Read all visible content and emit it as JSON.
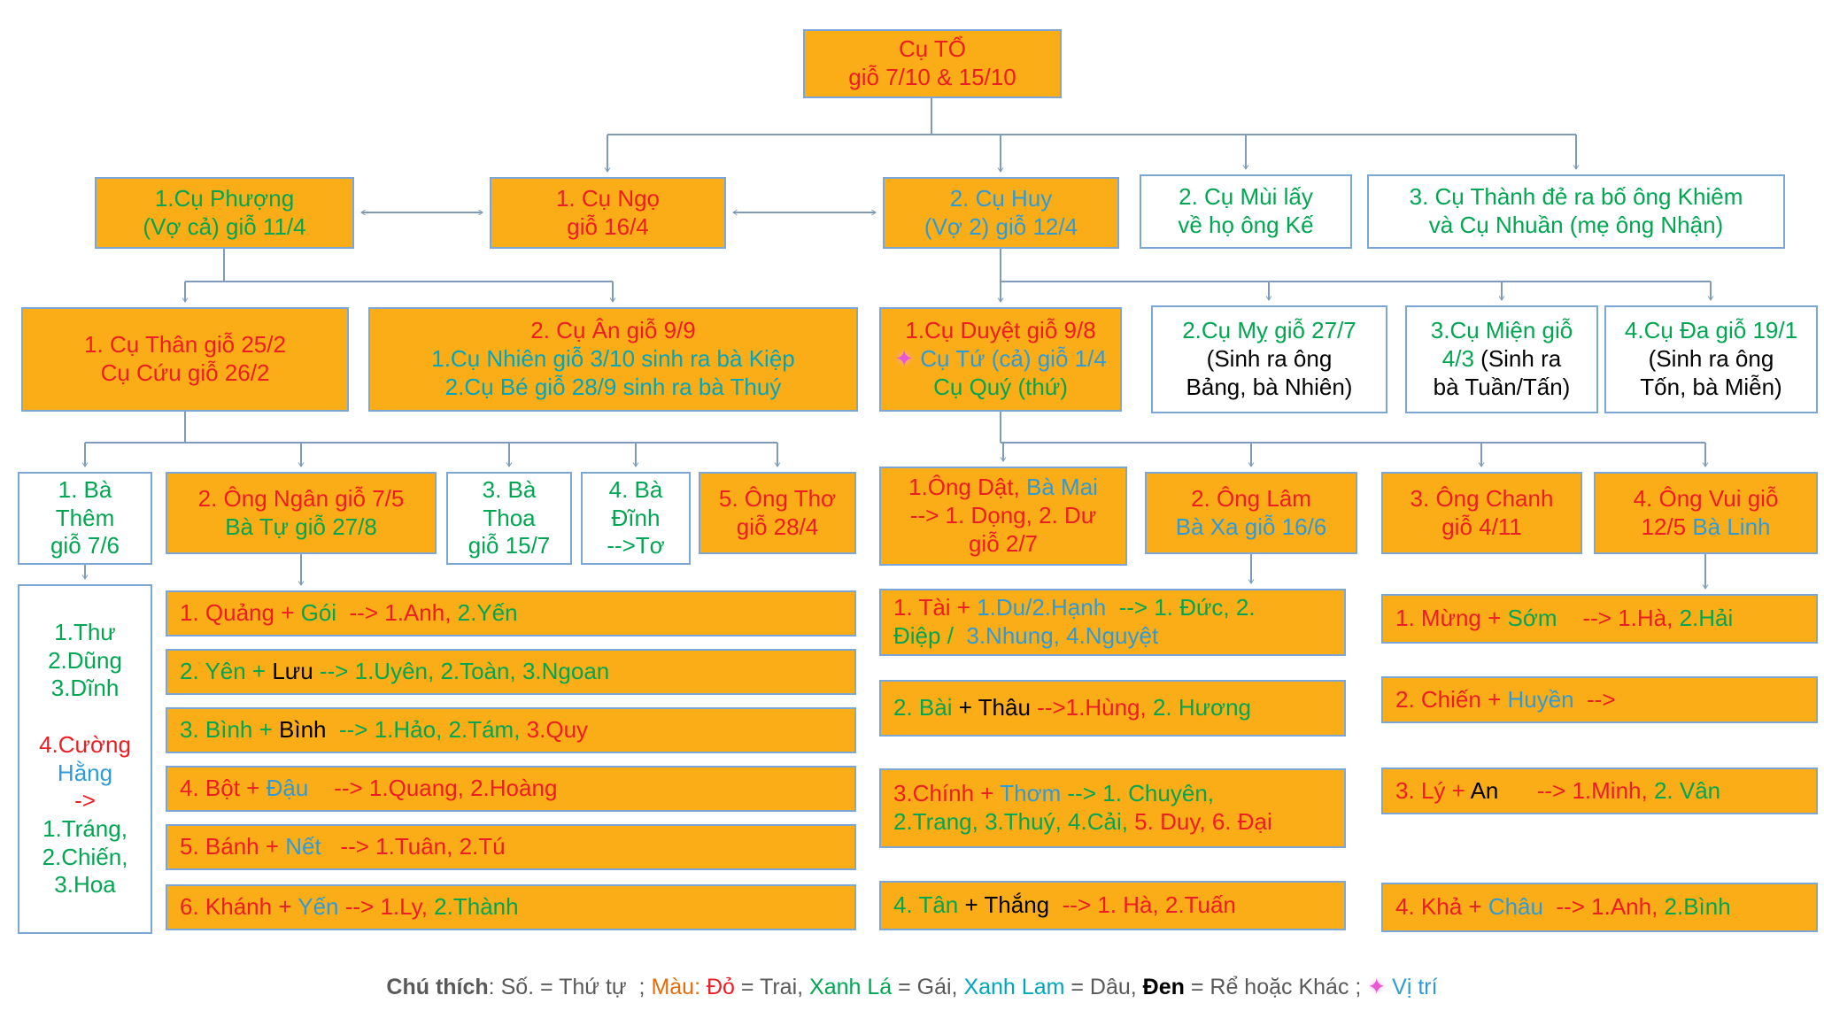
{
  "palette": {
    "box_fill": "#FBAD18",
    "box_border": "#7CA6D4",
    "connector": "#7E9CBA",
    "son_red": "#EE1D23",
    "daughter_green": "#00A651",
    "dau_blue": "#2E9BD8",
    "teal": "#00A5BE",
    "other_black": "#000000",
    "legend_gray": "#595959",
    "marker_pink": "#E958D2"
  },
  "nodes": {
    "cu_to": {
      "lines": [
        [
          {
            "t": "Cụ TỔ",
            "c": "red"
          }
        ],
        [
          {
            "t": "giỗ 7/10 & 15/10",
            "c": "red"
          }
        ]
      ]
    },
    "phuong": {
      "lines": [
        [
          {
            "t": "1.Cụ Phượng",
            "c": "green"
          }
        ],
        [
          {
            "t": "(Vợ cả) giỗ 11/4",
            "c": "green"
          }
        ]
      ]
    },
    "ngo": {
      "lines": [
        [
          {
            "t": "1. Cụ Ngọ",
            "c": "red"
          }
        ],
        [
          {
            "t": "giỗ 16/4",
            "c": "red"
          }
        ]
      ]
    },
    "huy": {
      "lines": [
        [
          {
            "t": "2. Cụ Huy",
            "c": "blue"
          }
        ],
        [
          {
            "t": "(Vợ 2) giỗ 12/4",
            "c": "blue"
          }
        ]
      ]
    },
    "mui": {
      "lines": [
        [
          {
            "t": "2. Cụ Mùi lấy",
            "c": "green"
          }
        ],
        [
          {
            "t": "về họ ông Kế",
            "c": "green"
          }
        ]
      ]
    },
    "thanh": {
      "lines": [
        [
          {
            "t": "3. Cụ Thành đẻ ra bố ông Khiêm",
            "c": "green"
          }
        ],
        [
          {
            "t": "và Cụ Nhuần (mẹ ông Nhận)",
            "c": "green"
          }
        ]
      ]
    },
    "than": {
      "lines": [
        [
          {
            "t": "1. Cụ Thân giỗ 25/2",
            "c": "red"
          }
        ],
        [
          {
            "t": "Cụ Cứu giỗ 26/2",
            "c": "red"
          }
        ]
      ]
    },
    "an": {
      "lines": [
        [
          {
            "t": "2. Cụ Ân giỗ 9/9",
            "c": "red"
          }
        ],
        [
          {
            "t": "1.Cụ Nhiên giỗ 3/10 sinh ra bà Kiệp",
            "c": "teal"
          }
        ],
        [
          {
            "t": "2.Cụ Bé giỗ 28/9 sinh ra bà Thuý",
            "c": "teal"
          }
        ]
      ]
    },
    "duyet": {
      "lines": [
        [
          {
            "t": "1.Cụ Duyệt giỗ 9/8",
            "c": "red"
          }
        ],
        [
          {
            "t": "✦ ",
            "c": "pink"
          },
          {
            "t": "Cụ Tứ (cả) giỗ 1/4",
            "c": "blue"
          }
        ],
        [
          {
            "t": "Cụ Quý (thứ)",
            "c": "green"
          }
        ]
      ]
    },
    "my": {
      "lines": [
        [
          {
            "t": "2.Cụ Mỵ giỗ 27/7",
            "c": "green"
          }
        ],
        [
          {
            "t": "(Sinh ra ông",
            "c": "black"
          }
        ],
        [
          {
            "t": "Bảng, bà Nhiên)",
            "c": "black"
          }
        ]
      ]
    },
    "mien": {
      "lines": [
        [
          {
            "t": "3.Cụ Miện giỗ",
            "c": "green"
          }
        ],
        [
          {
            "t": "4/3 ",
            "c": "green"
          },
          {
            "t": "(Sinh ra",
            "c": "black"
          }
        ],
        [
          {
            "t": "bà Tuần/Tấn)",
            "c": "black"
          }
        ]
      ]
    },
    "da": {
      "lines": [
        [
          {
            "t": "4.Cụ Đa giỗ 19/1",
            "c": "green"
          }
        ],
        [
          {
            "t": "(Sinh ra ông",
            "c": "black"
          }
        ],
        [
          {
            "t": "Tốn, bà Miễn)",
            "c": "black"
          }
        ]
      ]
    },
    "them": {
      "lines": [
        [
          {
            "t": "1. Bà",
            "c": "green"
          }
        ],
        [
          {
            "t": "Thêm",
            "c": "green"
          }
        ],
        [
          {
            "t": "giỗ 7/6",
            "c": "green"
          }
        ]
      ]
    },
    "ngan": {
      "lines": [
        [
          {
            "t": "2. Ông Ngân giỗ 7/5",
            "c": "red"
          }
        ],
        [
          {
            "t": "Bà Tự giỗ 27/8",
            "c": "green"
          }
        ]
      ]
    },
    "thoa": {
      "lines": [
        [
          {
            "t": "3. Bà",
            "c": "green"
          }
        ],
        [
          {
            "t": "Thoa",
            "c": "green"
          }
        ],
        [
          {
            "t": "giỗ 15/7",
            "c": "green"
          }
        ]
      ]
    },
    "dinh": {
      "lines": [
        [
          {
            "t": "4. Bà",
            "c": "green"
          }
        ],
        [
          {
            "t": "Đĩnh",
            "c": "green"
          }
        ],
        [
          {
            "t": "-->Tơ",
            "c": "green"
          }
        ]
      ]
    },
    "tho": {
      "lines": [
        [
          {
            "t": "5. Ông Thơ",
            "c": "red"
          }
        ],
        [
          {
            "t": "giỗ 28/4",
            "c": "red"
          }
        ]
      ]
    },
    "dat": {
      "lines": [
        [
          {
            "t": "1.Ông Dật,",
            "c": "red"
          },
          {
            "t": " Bà Mai",
            "c": "blue"
          }
        ],
        [
          {
            "t": "--> 1. Dọng, 2. Dư",
            "c": "red"
          }
        ],
        [
          {
            "t": "giỗ 2/7",
            "c": "red"
          }
        ]
      ]
    },
    "lam": {
      "lines": [
        [
          {
            "t": "2. Ông Lâm",
            "c": "red"
          }
        ],
        [
          {
            "t": "Bà Xa giỗ 16/6",
            "c": "blue"
          }
        ]
      ]
    },
    "chanh": {
      "lines": [
        [
          {
            "t": "3. Ông Chanh",
            "c": "red"
          }
        ],
        [
          {
            "t": "giỗ 4/11",
            "c": "red"
          }
        ]
      ]
    },
    "vui": {
      "lines": [
        [
          {
            "t": "4. Ông Vui giỗ",
            "c": "red"
          }
        ],
        [
          {
            "t": "12/5 ",
            "c": "red"
          },
          {
            "t": "Bà Linh",
            "c": "blue"
          }
        ]
      ]
    },
    "them_kids": {
      "lines": [
        [
          {
            "t": "1.Thư",
            "c": "green"
          }
        ],
        [
          {
            "t": "2.Dũng",
            "c": "green"
          }
        ],
        [
          {
            "t": "3.Dĩnh",
            "c": "green"
          }
        ],
        [
          {
            "t": " ",
            "c": "black"
          }
        ],
        [
          {
            "t": "4.Cường",
            "c": "red"
          }
        ],
        [
          {
            "t": "Hằng",
            "c": "blue"
          }
        ],
        [
          {
            "t": "->",
            "c": "red"
          }
        ],
        [
          {
            "t": "1.Tráng,",
            "c": "green"
          }
        ],
        [
          {
            "t": "2.Chiến,",
            "c": "green"
          }
        ],
        [
          {
            "t": "3.Hoa",
            "c": "green"
          }
        ]
      ]
    },
    "ngan_r1": {
      "lines": [
        [
          {
            "t": "1. Quảng + ",
            "c": "red"
          },
          {
            "t": "Gói",
            "c": "green"
          },
          {
            "t": "  --> ",
            "c": "red"
          },
          {
            "t": "1.Anh,",
            "c": "red"
          },
          {
            "t": " 2.Yến",
            "c": "green"
          }
        ]
      ]
    },
    "ngan_r2": {
      "lines": [
        [
          {
            "t": "2. Yên + ",
            "c": "green"
          },
          {
            "t": "Lưu",
            "c": "black"
          },
          {
            "t": " --> ",
            "c": "green"
          },
          {
            "t": "1.Uyên, 2.Toàn, 3.Ngoan",
            "c": "green"
          }
        ]
      ]
    },
    "ngan_r3": {
      "lines": [
        [
          {
            "t": "3. Bình + ",
            "c": "green"
          },
          {
            "t": "Bình",
            "c": "black"
          },
          {
            "t": "  --> ",
            "c": "green"
          },
          {
            "t": "1.Hảo, 2.Tám, ",
            "c": "green"
          },
          {
            "t": "3.Quy",
            "c": "red"
          }
        ]
      ]
    },
    "ngan_r4": {
      "lines": [
        [
          {
            "t": "4. Bột + ",
            "c": "red"
          },
          {
            "t": "Đậu",
            "c": "blue"
          },
          {
            "t": "    --> ",
            "c": "red"
          },
          {
            "t": "1.Quang, 2.Hoàng",
            "c": "red"
          }
        ]
      ]
    },
    "ngan_r5": {
      "lines": [
        [
          {
            "t": "5. Bánh + ",
            "c": "red"
          },
          {
            "t": "Nết",
            "c": "blue"
          },
          {
            "t": "   --> ",
            "c": "red"
          },
          {
            "t": "1.Tuân, 2.Tú",
            "c": "red"
          }
        ]
      ]
    },
    "ngan_r6": {
      "lines": [
        [
          {
            "t": "6. Khánh + ",
            "c": "red"
          },
          {
            "t": "Yến",
            "c": "blue"
          },
          {
            "t": " --> ",
            "c": "red"
          },
          {
            "t": "1.Ly,",
            "c": "red"
          },
          {
            "t": " 2.Thành",
            "c": "green"
          }
        ]
      ]
    },
    "mid_r1": {
      "lines": [
        [
          {
            "t": "1. Tài + ",
            "c": "red"
          },
          {
            "t": "1.Du/2.Hạnh",
            "c": "blue"
          },
          {
            "t": "  --> ",
            "c": "green"
          },
          {
            "t": "1. Đức, 2.",
            "c": "green"
          }
        ],
        [
          {
            "t": "Điệp /  ",
            "c": "green"
          },
          {
            "t": "3.Nhung, 4.Nguyệt",
            "c": "blue"
          }
        ]
      ]
    },
    "mid_r2": {
      "lines": [
        [
          {
            "t": "2. Bài ",
            "c": "green"
          },
          {
            "t": "+ Thâu ",
            "c": "black"
          },
          {
            "t": "-->",
            "c": "red"
          },
          {
            "t": "1.Hùng,",
            "c": "red"
          },
          {
            "t": " 2. Hương",
            "c": "green"
          }
        ]
      ]
    },
    "mid_r3": {
      "lines": [
        [
          {
            "t": "3.Chính ",
            "c": "red"
          },
          {
            "t": "+ ",
            "c": "red"
          },
          {
            "t": "Thơm ",
            "c": "blue"
          },
          {
            "t": "--> ",
            "c": "green"
          },
          {
            "t": "1. Chuyên,",
            "c": "green"
          }
        ],
        [
          {
            "t": "2.Trang, 3.Thuý, 4.Cải, ",
            "c": "green"
          },
          {
            "t": "5. Duy, 6. Đại",
            "c": "red"
          }
        ]
      ]
    },
    "mid_r4": {
      "lines": [
        [
          {
            "t": "4. Tân ",
            "c": "green"
          },
          {
            "t": "+ Thắng ",
            "c": "black"
          },
          {
            "t": " --> ",
            "c": "red"
          },
          {
            "t": "1. Hà, 2.Tuấn",
            "c": "red"
          }
        ]
      ]
    },
    "right_r1": {
      "lines": [
        [
          {
            "t": "1. Mừng + ",
            "c": "red"
          },
          {
            "t": "Sớm",
            "c": "green"
          },
          {
            "t": "    --> ",
            "c": "red"
          },
          {
            "t": "1.Hà,",
            "c": "red"
          },
          {
            "t": " 2.Hải",
            "c": "green"
          }
        ]
      ]
    },
    "right_r2": {
      "lines": [
        [
          {
            "t": "2. Chiến + ",
            "c": "red"
          },
          {
            "t": "Huyền",
            "c": "blue"
          },
          {
            "t": "  -->",
            "c": "red"
          }
        ]
      ]
    },
    "right_r3": {
      "lines": [
        [
          {
            "t": "3. Lý + ",
            "c": "red"
          },
          {
            "t": "An",
            "c": "black"
          },
          {
            "t": "      --> ",
            "c": "red"
          },
          {
            "t": "1.Minh,",
            "c": "red"
          },
          {
            "t": " 2. Vân",
            "c": "green"
          }
        ]
      ]
    },
    "right_r4": {
      "lines": [
        [
          {
            "t": "4. Khả + ",
            "c": "red"
          },
          {
            "t": "Châu",
            "c": "blue"
          },
          {
            "t": "  --> ",
            "c": "red"
          },
          {
            "t": "1.Anh,",
            "c": "red"
          },
          {
            "t": " 2.Bình",
            "c": "green"
          }
        ]
      ]
    }
  },
  "legend": {
    "lines": [
      [
        {
          "t": "Chú thích",
          "c": "gray",
          "b": 1
        },
        {
          "t": ": Số. = Thứ tự  ; ",
          "c": "gray"
        },
        {
          "t": "Màu: ",
          "c": "orange"
        },
        {
          "t": "Đỏ",
          "c": "red"
        },
        {
          "t": " = Trai, ",
          "c": "gray"
        },
        {
          "t": "Xanh Lá",
          "c": "green"
        },
        {
          "t": " = Gái, ",
          "c": "gray"
        },
        {
          "t": "Xanh Lam",
          "c": "teal"
        },
        {
          "t": " = Dâu, ",
          "c": "gray"
        },
        {
          "t": "Đen",
          "c": "black",
          "b": 1
        },
        {
          "t": " = Rể hoặc Khác ; ",
          "c": "gray"
        },
        {
          "t": "✦",
          "c": "pink"
        },
        {
          "t": " Vị trí",
          "c": "blue"
        }
      ]
    ]
  }
}
